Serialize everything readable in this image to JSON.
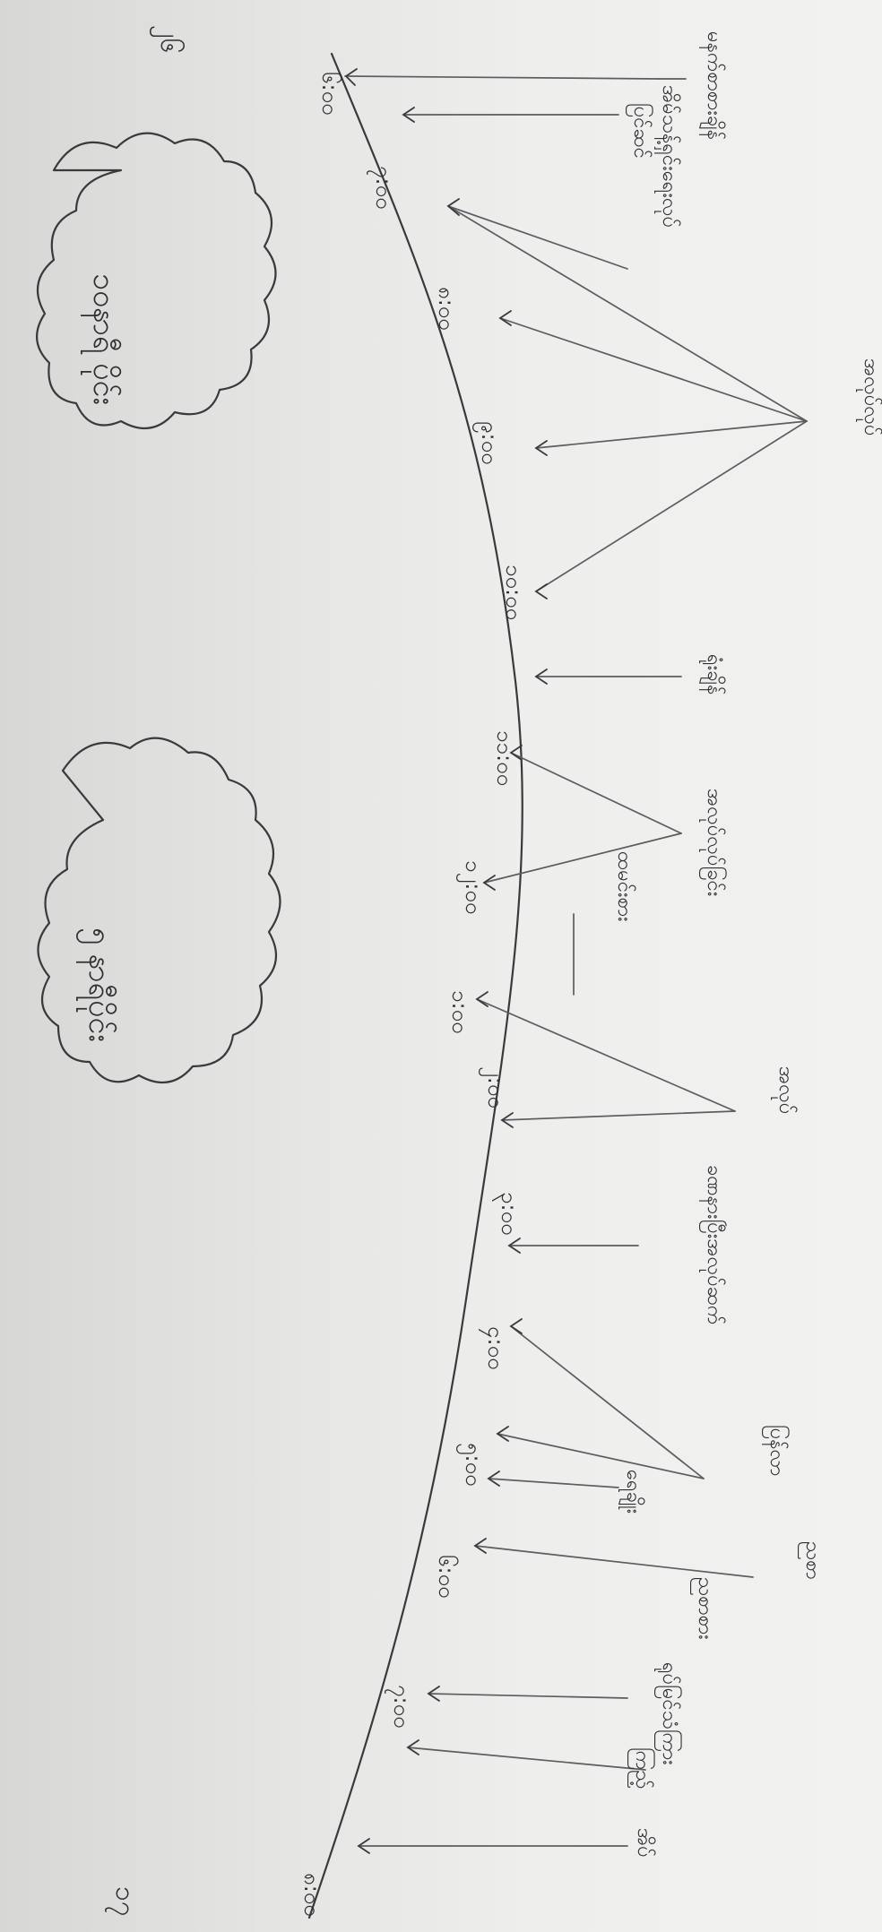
{
  "page": {
    "corner_mark_top": "၂၆",
    "corner_mark_bottom": "၁၇"
  },
  "timeline": {
    "times": [
      "၆:၀၀",
      "၇:၀၀",
      "၈:၀၀",
      "၉:၀၀",
      "၁၀:၀၀",
      "၁၁:၀၀",
      "၁၂:၀၀",
      "၁:၀၀",
      "၂:၀၀",
      "၃:၀၀",
      "၄:၀၀",
      "၅:၀၀",
      "၆:၀၀",
      "၇:၀၀",
      "၈:၀၀"
    ]
  },
  "activities": [
    {
      "id": "a1",
      "text": "မနက်စာစားချိန်"
    },
    {
      "id": "a2",
      "text": "အိမ်သန့်ရှင်းရေးလုပ်"
    },
    {
      "id": "a3",
      "text": "ပြင်ဆင်"
    },
    {
      "id": "a4",
      "text": "အလုပ်လုပ်"
    },
    {
      "id": "a5",
      "text": "ရုံးချိန်"
    },
    {
      "id": "a6",
      "text": "အလုပ်လုပ်ခြင်း"
    },
    {
      "id": "a7",
      "text": "ထမင်းစား"
    },
    {
      "id": "a8",
      "text": "အလုပ်"
    },
    {
      "id": "a9",
      "text": "ခဏနားပြီးအလုပ်ဆက်"
    },
    {
      "id": "a10",
      "text": "ပြန်လာ"
    },
    {
      "id": "a11",
      "text": "ရေချိုး"
    },
    {
      "id": "a12",
      "text": "ညစာ"
    },
    {
      "id": "a13",
      "text": "ညစာစား"
    },
    {
      "id": "a14",
      "text": "ရုပ်မြင်သံကြား"
    },
    {
      "id": "a15",
      "text": "ကြည့်"
    },
    {
      "id": "a16",
      "text": "အိပ်"
    }
  ],
  "clouds": [
    {
      "id": "c1",
      "text": "၁၀နာရီ ပိုင်း"
    },
    {
      "id": "c2",
      "text": "၅ နာရီပိုင်း"
    }
  ]
}
